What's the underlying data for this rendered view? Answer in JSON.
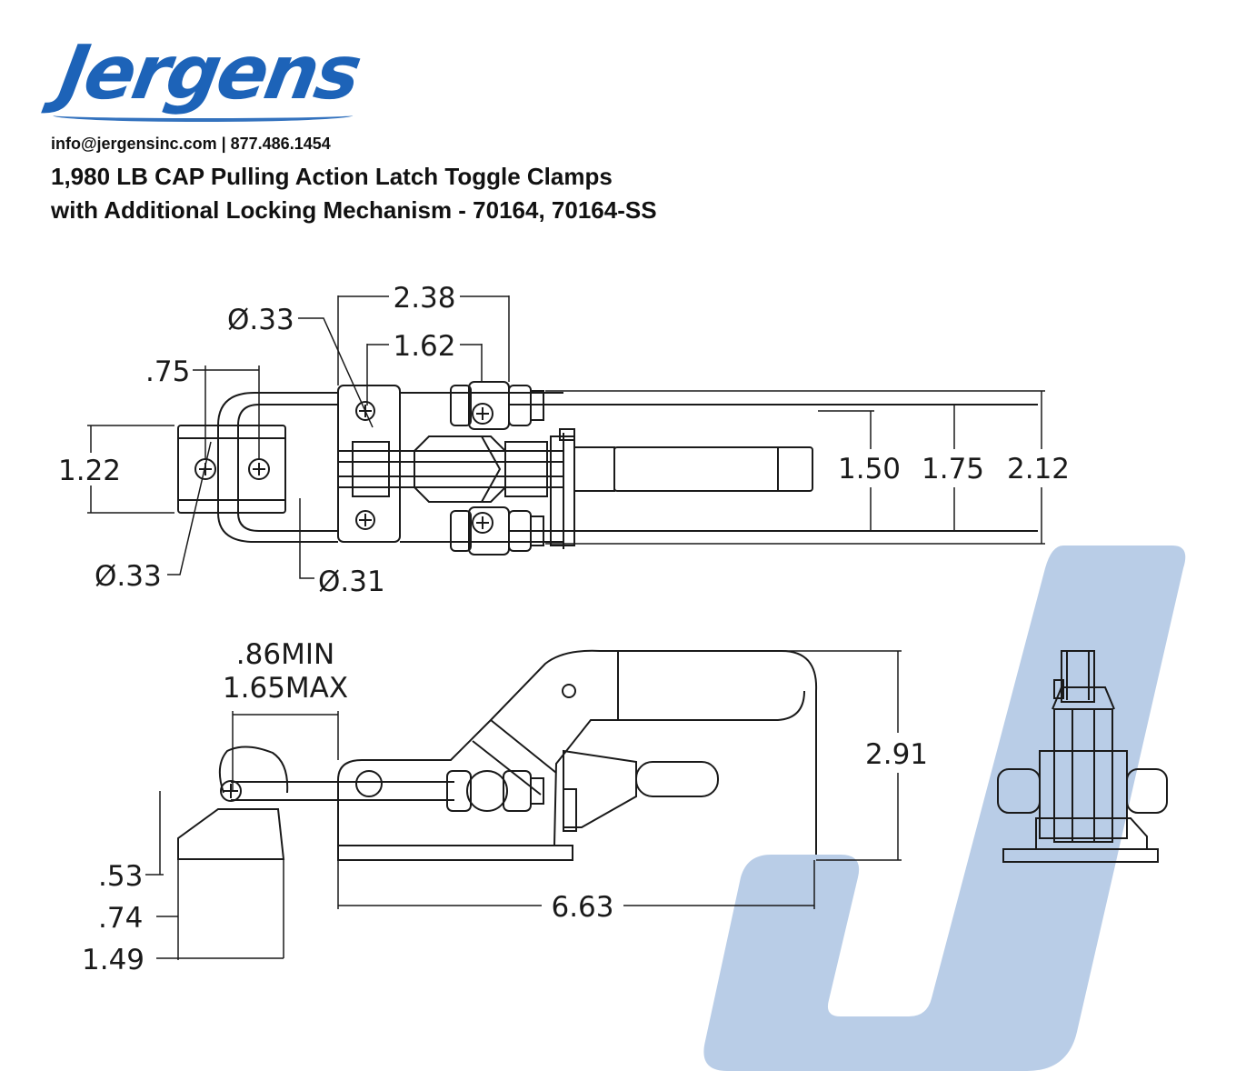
{
  "brand": {
    "logo_text": "Jergens",
    "accent_color": "#1d63b8",
    "watermark_color": "#b9cde7"
  },
  "contact": "info@jergensinc.com | 877.486.1454",
  "title_lines": [
    "1,980 LB CAP Pulling Action Latch Toggle Clamps",
    "with Additional Locking Mechanism - 70164, 70164-SS"
  ],
  "dims": {
    "top_view": {
      "d_238": "2.38",
      "d_162": "1.62",
      "d_075": ".75",
      "d_122": "1.22",
      "d_150": "1.50",
      "d_175": "1.75",
      "d_212": "2.12",
      "hole_top": "Ø.33",
      "hole_left": "Ø.33",
      "hole_bottom": "Ø.31"
    },
    "side_view": {
      "min": ".86MIN",
      "max": "1.65MAX",
      "height": "2.91",
      "length": "6.63",
      "d_053": ".53",
      "d_074": ".74",
      "d_149": "1.49"
    }
  }
}
